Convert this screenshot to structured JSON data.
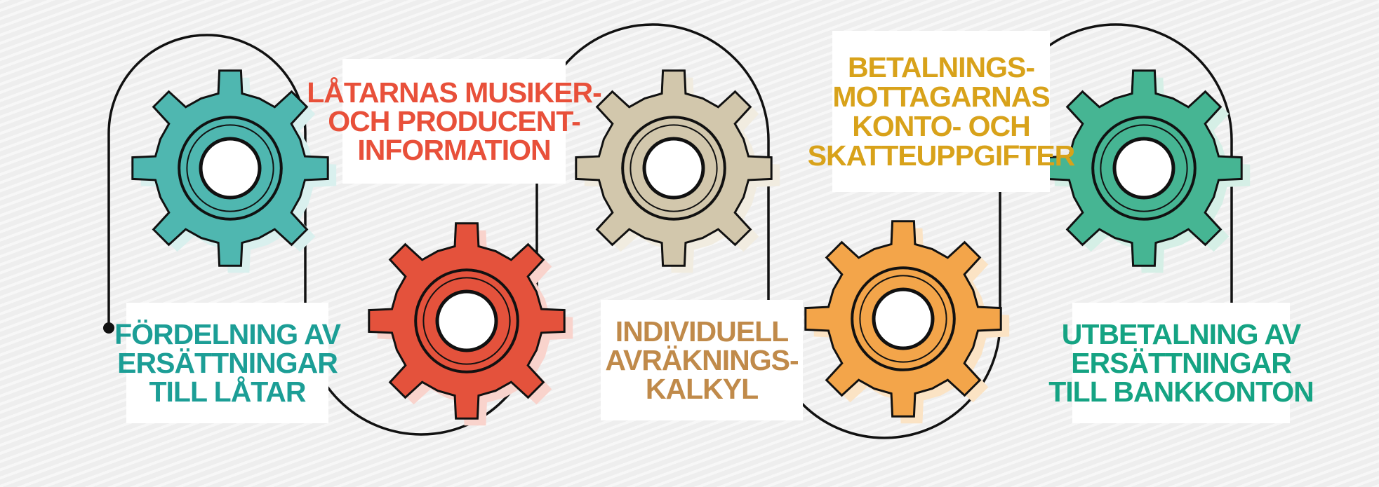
{
  "steps": [
    {
      "lines": [
        "FÖRDELNING AV",
        "ERSÄTTNINGAR",
        "TILL LÅTAR"
      ],
      "text_color": "#1c9e96",
      "gear_color": "#4fb7b0",
      "shadow_color": "#d9f0ee"
    },
    {
      "lines": [
        "LÅTARNAS MUSIKER-",
        "OCH PRODUCENT-",
        "INFORMATION"
      ],
      "text_color": "#e8503a",
      "gear_color": "#e4523c",
      "shadow_color": "#f9d3cc"
    },
    {
      "lines": [
        "INDIVIDUELL",
        "AVRÄKNINGS-",
        "KALKYL"
      ],
      "text_color": "#c08a4a",
      "gear_color": "#d2c7ac",
      "shadow_color": "#f1ece0"
    },
    {
      "lines": [
        "BETALNINGS-",
        "MOTTAGARNAS",
        "KONTO- OCH",
        "SKATTEUPPGIFTER"
      ],
      "text_color": "#d8a21a",
      "gear_color": "#f3a54a",
      "shadow_color": "#fbe3c4"
    },
    {
      "lines": [
        "UTBETALNING AV",
        "ERSÄTTNINGAR",
        "TILL BANKKONTON"
      ],
      "text_color": "#15a383",
      "gear_color": "#46b593",
      "shadow_color": "#d5efe6"
    }
  ],
  "colors": {
    "line": "#111111",
    "gear_stroke": "#111111",
    "background": "#eeeeee"
  }
}
